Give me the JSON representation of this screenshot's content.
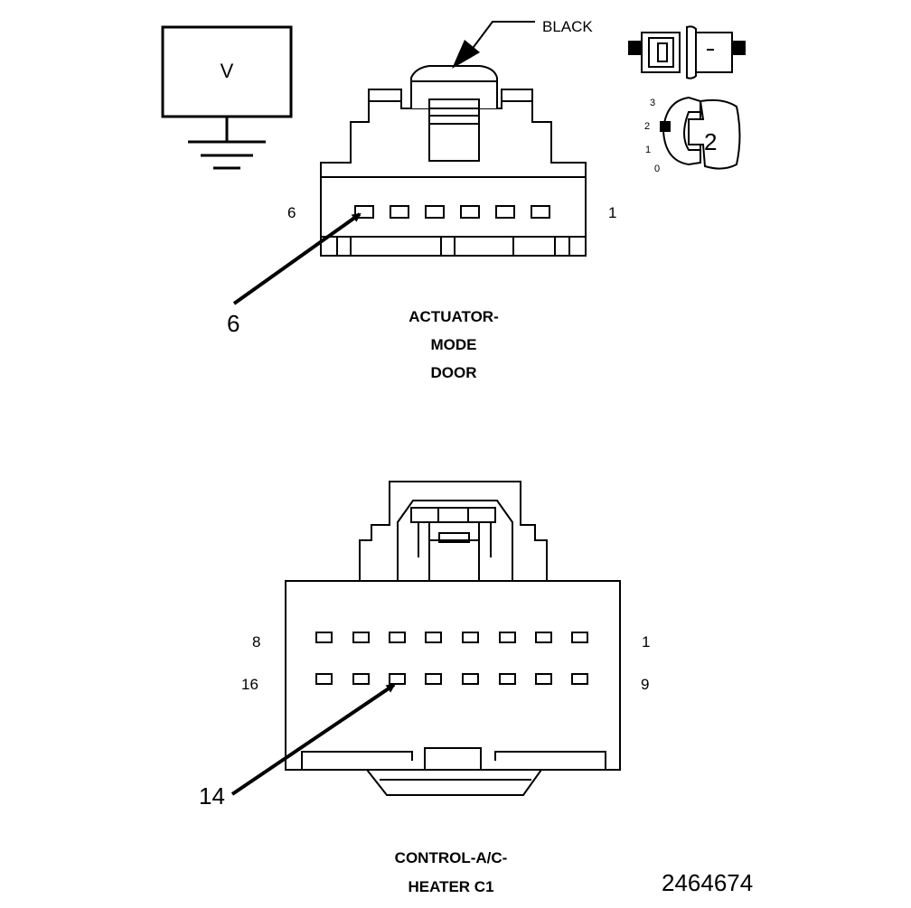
{
  "voltmeter": {
    "symbol": "V"
  },
  "actuator_connector": {
    "color_label": "BLACK",
    "pin_left_label": "6",
    "pin_right_label": "1",
    "callout_pin": "6",
    "title_lines": [
      "ACTUATOR-",
      "MODE",
      "DOOR"
    ]
  },
  "keyed_connector_icon": {
    "scale": [
      "3",
      "2",
      "1",
      "0"
    ],
    "number": "2"
  },
  "control_connector": {
    "row1_left": "8",
    "row1_right": "1",
    "row2_left": "16",
    "row2_right": "9",
    "callout_pin": "14",
    "title_lines": [
      "CONTROL-A/C-",
      "HEATER C1"
    ]
  },
  "figure_number": "2464674"
}
